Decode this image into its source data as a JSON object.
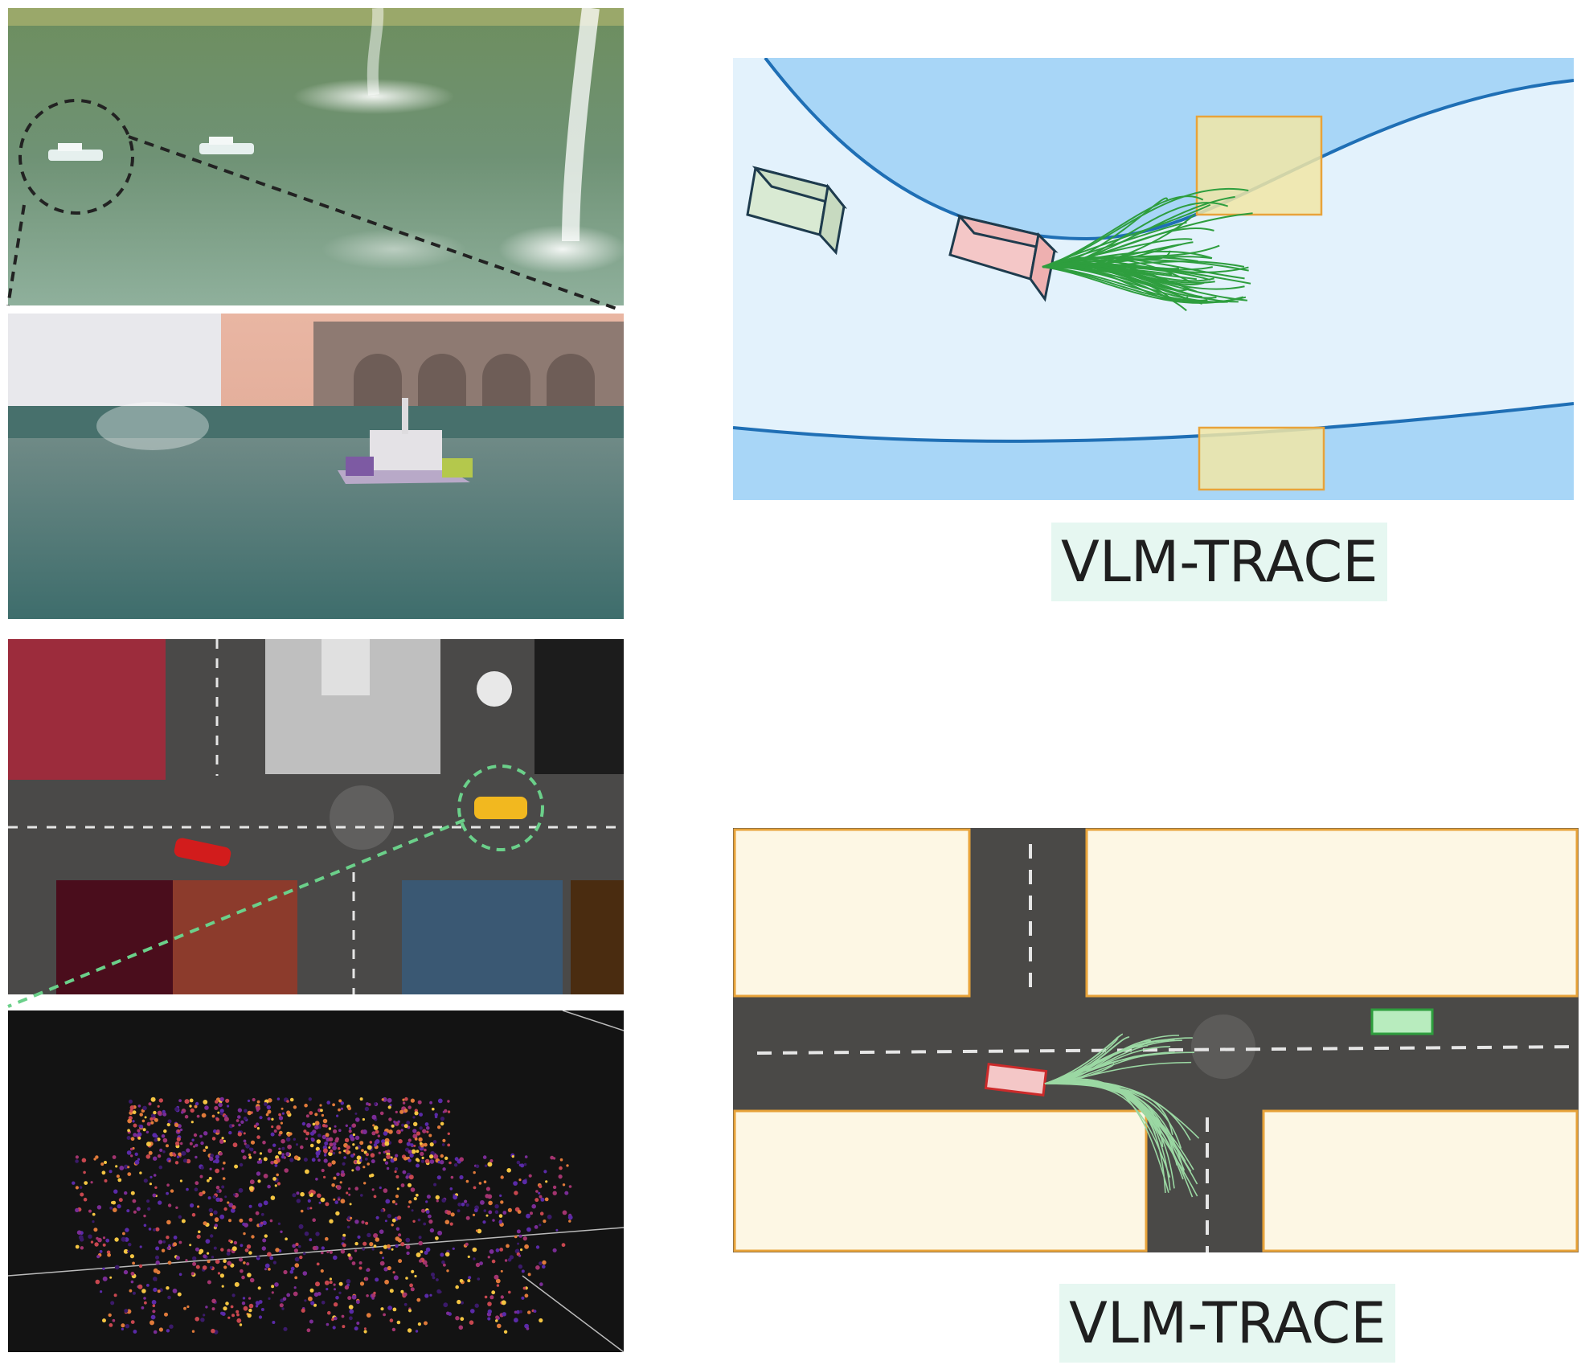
{
  "labels": {
    "top": "VLM-TRACE",
    "bottom": "VLM-TRACE"
  },
  "colors": {
    "trajectory_dark_green": "#2e9e3e",
    "trajectory_light_green": "#9bd8a3",
    "ego_box": "#f4c7c7",
    "obstacle_box": "#d9ead3",
    "waypoint_box": "#f1e6a6",
    "building_fill": "#fdf7e4",
    "building_stroke": "#e8a33a",
    "water_dark": "#a8d6f7",
    "water_light": "#e3f2fc",
    "road": "#4a4947",
    "highlight_circle_dark": "#222222",
    "highlight_circle_green": "#6bd08a"
  },
  "panels": [
    {
      "name": "lake-fountain-photo"
    },
    {
      "name": "autonomous-boat-photo"
    },
    {
      "name": "city-intersection-simulation"
    },
    {
      "name": "vehicle-point-cloud"
    },
    {
      "name": "water-trajectory-diagram"
    },
    {
      "name": "road-trajectory-diagram"
    }
  ]
}
